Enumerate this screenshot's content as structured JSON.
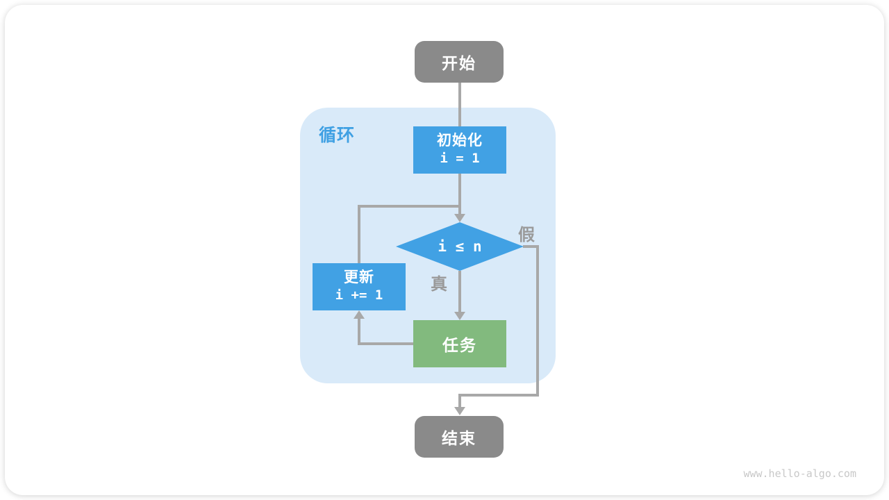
{
  "page": {
    "watermark": "www.hello-algo.com"
  },
  "flowchart": {
    "region": {
      "label": "循环"
    },
    "nodes": {
      "start": {
        "label": "开始"
      },
      "init": {
        "title": "初始化",
        "code": "i = 1"
      },
      "condition": {
        "label": "i ≤ n"
      },
      "update": {
        "title": "更新",
        "code": "i += 1"
      },
      "task": {
        "label": "任务"
      },
      "end": {
        "label": "结束"
      }
    },
    "edges": {
      "true_label": "真",
      "false_label": "假"
    },
    "colors": {
      "node_gray": "#8A8A8A",
      "node_blue": "#41A1E4",
      "node_green": "#82BA7E",
      "loop_region_bg": "#D9EAF9",
      "region_label": "#3FA0E3",
      "connector": "#A8A8A8",
      "edge_label": "#9A9A9A",
      "watermark": "#C8C8C8"
    }
  }
}
